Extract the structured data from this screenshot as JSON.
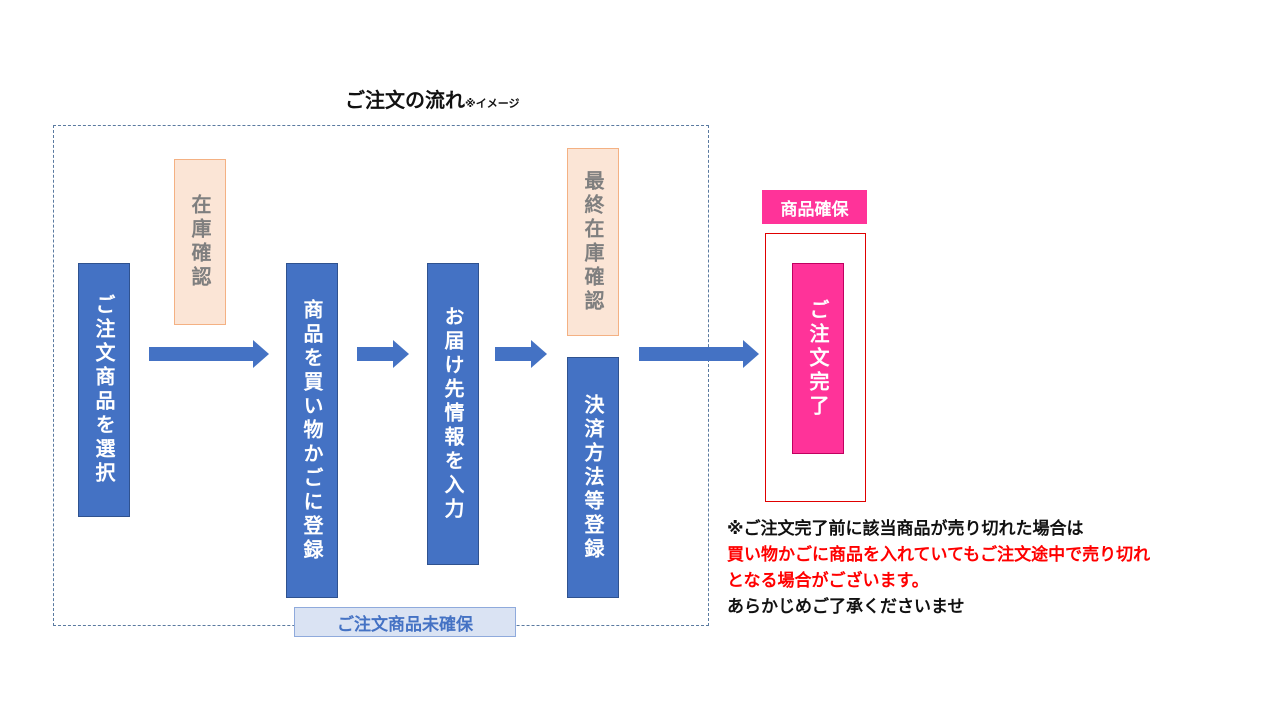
{
  "title": {
    "main": "ご注文の流れ",
    "note": "※イメージ"
  },
  "steps": {
    "select": "ご注文商品を選択",
    "cart": "商品を買い物かごに登録",
    "delivery": "お届け先情報を入力",
    "payment": "決済方法等登録"
  },
  "checks": {
    "stock": "在庫確認",
    "final_stock": "最終在庫確認"
  },
  "secured": {
    "label": "商品確保",
    "complete": "ご注文完了"
  },
  "unsecured_label": "ご注文商品未確保",
  "notes": {
    "line1": "※ご注文完了前に該当商品が売り切れた場合は",
    "line2": "買い物かごに商品を入れていてもご注文途中で売り切れ",
    "line3": "となる場合がございます。",
    "line4": "あらかじめご了承くださいませ"
  },
  "colors": {
    "step": "#4472c4",
    "check_fill": "#fbe5d6",
    "check_border": "#f4b183",
    "secured": "#ff3399",
    "warning_text": "#ff0000"
  }
}
